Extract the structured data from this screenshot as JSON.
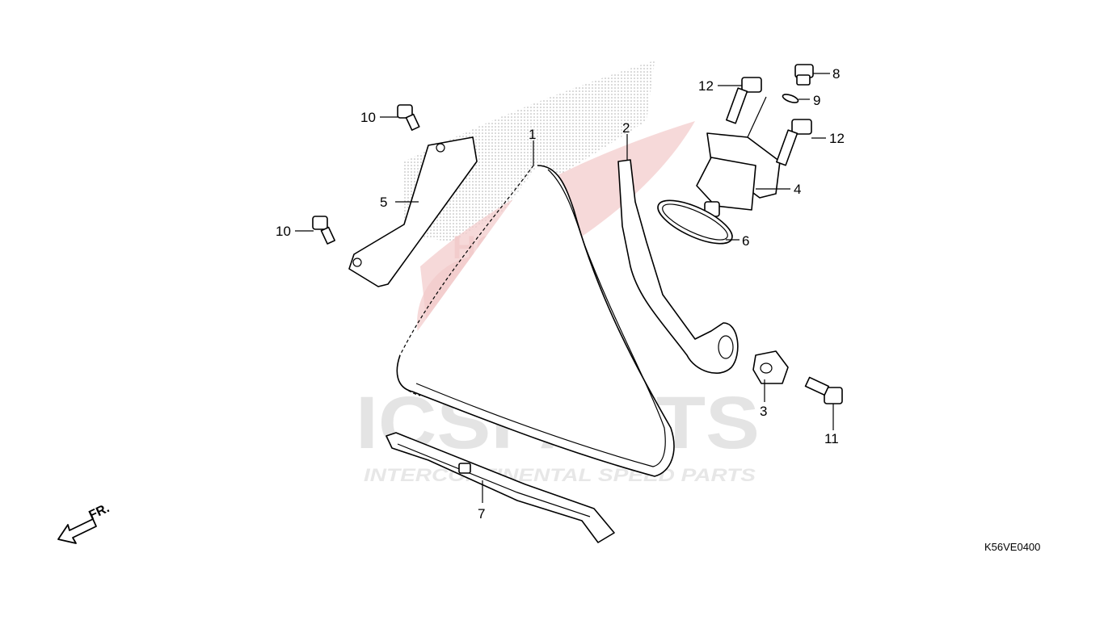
{
  "diagram_code": "K56VE0400",
  "direction_label": "FR.",
  "watermark": {
    "brand": "ICSPARTS",
    "tagline": "INTERCONTINENTAL SPEED PARTS",
    "logo_text": "HONDA"
  },
  "callouts": [
    {
      "id": "c1",
      "label": "1"
    },
    {
      "id": "c2",
      "label": "2"
    },
    {
      "id": "c3",
      "label": "3"
    },
    {
      "id": "c4",
      "label": "4"
    },
    {
      "id": "c5",
      "label": "5"
    },
    {
      "id": "c6",
      "label": "6"
    },
    {
      "id": "c7",
      "label": "7"
    },
    {
      "id": "c8",
      "label": "8"
    },
    {
      "id": "c9",
      "label": "9"
    },
    {
      "id": "c10a",
      "label": "10"
    },
    {
      "id": "c10b",
      "label": "10"
    },
    {
      "id": "c11",
      "label": "11"
    },
    {
      "id": "c12a",
      "label": "12"
    },
    {
      "id": "c12b",
      "label": "12"
    }
  ],
  "colors": {
    "watermark_red": "#f2c9c9",
    "watermark_gray": "#e4e4e4",
    "line": "#000000"
  }
}
